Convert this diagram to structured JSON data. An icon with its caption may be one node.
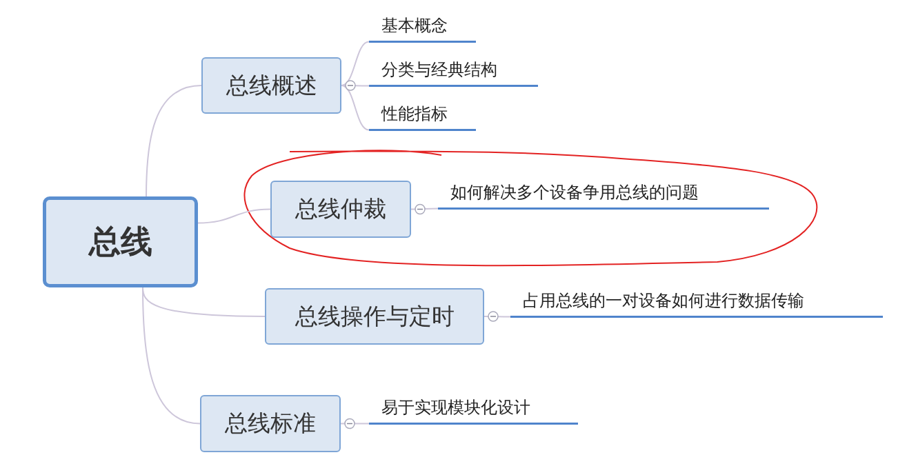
{
  "diagram": {
    "nodes": [
      {
        "text": [
          "总线"
        ]
      },
      {
        "text": [
          "总线概述"
        ]
      },
      {
        "text": [
          "基本概念"
        ]
      },
      {
        "text": [
          "分类与经典结构"
        ]
      },
      {
        "text": [
          "性能指标"
        ]
      },
      {
        "text": [
          "总线仲裁"
        ]
      },
      {
        "text": [
          "如何解决多个设备争用总线的问题"
        ]
      },
      {
        "text": [
          "总线操作与定时"
        ]
      },
      {
        "text": [
          "占用总线的一对设备如何进行数据传输"
        ]
      },
      {
        "text": [
          "总线标准"
        ]
      },
      {
        "text": [
          "易于实现模块化设计"
        ]
      }
    ],
    "edges": [
      {
        "from": 0,
        "to": 1,
        "arrow": "none"
      },
      {
        "from": 1,
        "to": 2,
        "arrow": "none"
      },
      {
        "from": 1,
        "to": 3,
        "arrow": "none"
      },
      {
        "from": 1,
        "to": 4,
        "arrow": "none"
      },
      {
        "from": 0,
        "to": 5,
        "arrow": "none"
      },
      {
        "from": 5,
        "to": 6,
        "arrow": "none"
      },
      {
        "from": 0,
        "to": 7,
        "arrow": "none"
      },
      {
        "from": 7,
        "to": 8,
        "arrow": "none"
      },
      {
        "from": 0,
        "to": 9,
        "arrow": "none"
      },
      {
        "from": 9,
        "to": 10,
        "arrow": "none"
      }
    ]
  }
}
